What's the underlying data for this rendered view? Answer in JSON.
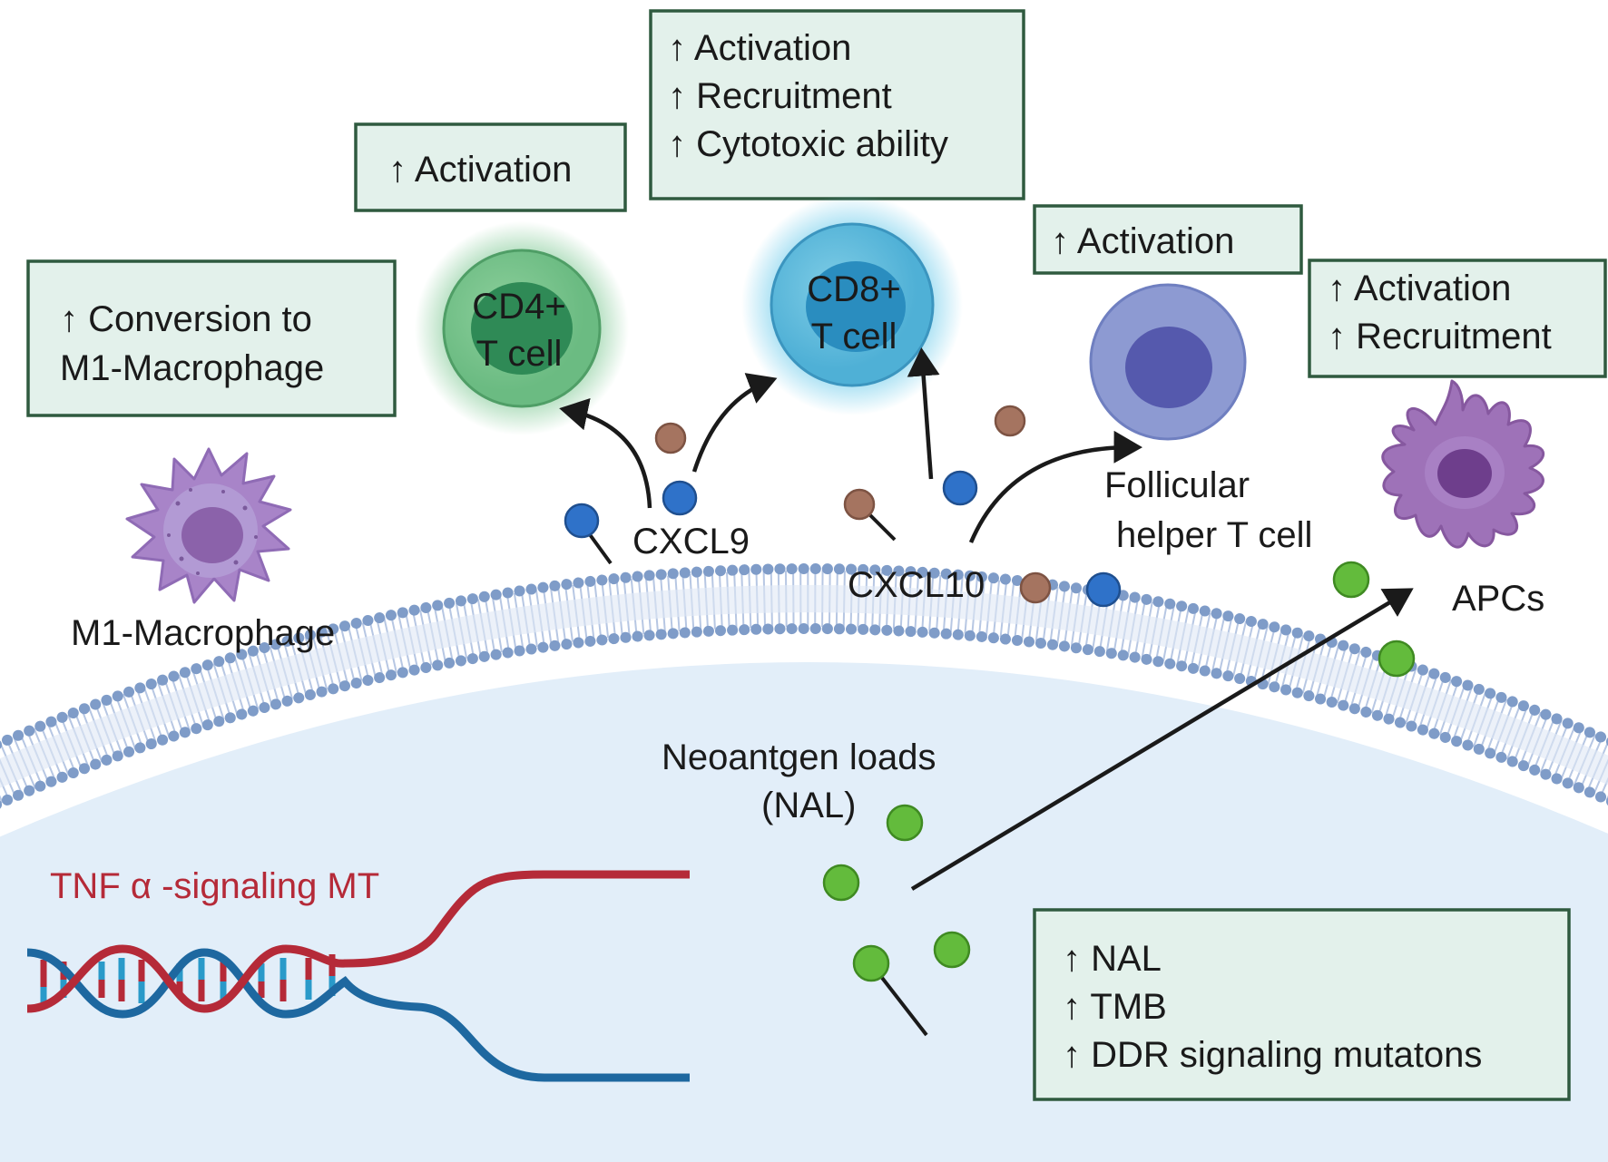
{
  "boxes": {
    "macrophage": [
      "↑  Conversion to",
      "M1-Macrophage"
    ],
    "cd4": [
      "↑ Activation"
    ],
    "cd8": [
      "↑ Activation",
      "↑ Recruitment",
      "↑ Cytotoxic ability"
    ],
    "tfh": [
      "↑ Activation"
    ],
    "apc": [
      "↑ Activation",
      "↑ Recruitment"
    ],
    "tumor": [
      "↑ NAL",
      "↑ TMB",
      "↑ DDR signaling mutatons"
    ]
  },
  "cells": {
    "cd4": [
      "CD4+",
      "T cell"
    ],
    "cd8": [
      "CD8+",
      "T cell"
    ]
  },
  "labels": {
    "m1": "M1-Macrophage",
    "cxcl9": "CXCL9",
    "cxcl10": "CXCL10",
    "tfh": [
      "Follicular",
      "helper T cell"
    ],
    "apcs": "APCs",
    "nal": [
      "Neoantgen loads",
      "(NAL)"
    ],
    "tnf": "TNF α -signaling MT"
  },
  "colors": {
    "cd4": "#5fb07a",
    "cd8": "#5bb7d8",
    "tfh": "#8d9ad2",
    "macrophage": "#a884c8",
    "apc": "#9e72b8",
    "cxcl9_ligand": "#2f72c9",
    "cxcl10_ligand": "#a57460",
    "neoantigen": "#63bb3c",
    "dna_red": "#b52a38",
    "dna_blue": "#1e68a0",
    "box_fill": "#e3f1eb",
    "box_border": "#2f5a3f"
  }
}
